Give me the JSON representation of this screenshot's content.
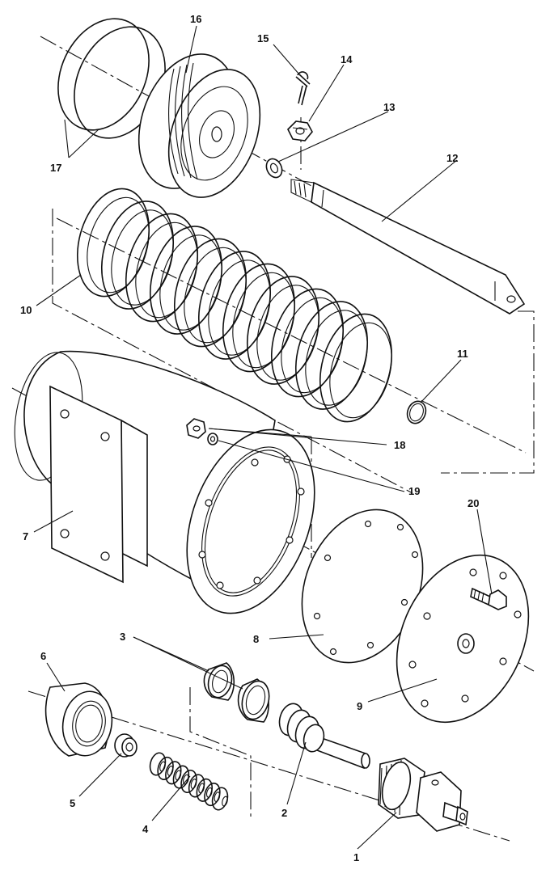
{
  "labels": {
    "c1": "1",
    "c2": "2",
    "c3": "3",
    "c4": "4",
    "c5": "5",
    "c6": "6",
    "c7": "7",
    "c8": "8",
    "c9": "9",
    "c10": "10",
    "c11": "11",
    "c12": "12",
    "c13": "13",
    "c14": "14",
    "c15": "15",
    "c16": "16",
    "c17": "17",
    "c18": "18",
    "c19": "19",
    "c20": "20"
  },
  "colors": {
    "line": "#111111",
    "background": "#ffffff"
  }
}
